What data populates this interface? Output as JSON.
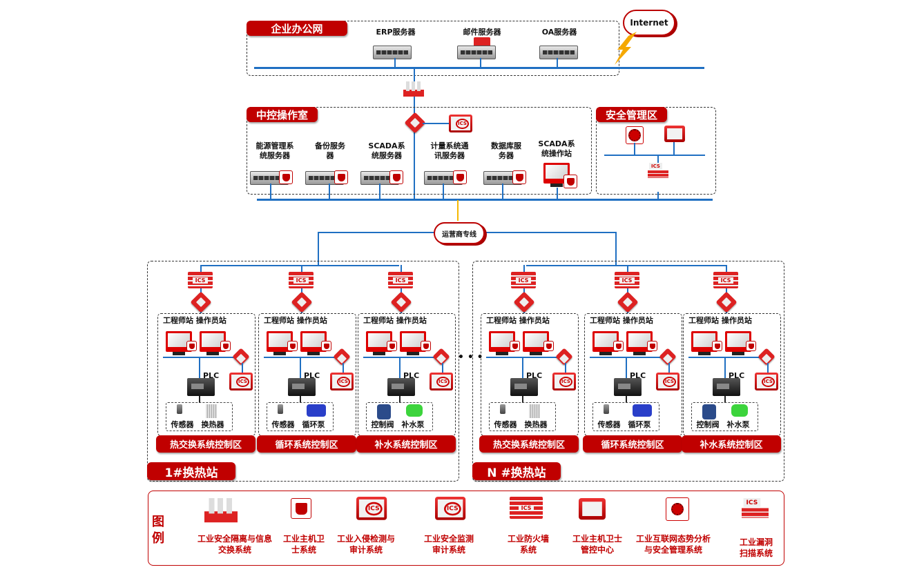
{
  "office": {
    "title": "企业办公网",
    "servers": [
      "ERP服务器",
      "邮件服务器",
      "OA服务器"
    ],
    "internet": "Internet"
  },
  "control_room": {
    "title": "中控操作室",
    "servers": [
      {
        "line1": "能源管理系",
        "line2": "统服务器"
      },
      {
        "line1": "备份服务",
        "line2": "器"
      },
      {
        "line1": "SCADA系",
        "line2": "统服务器"
      },
      {
        "line1": "计量系统通",
        "line2": "讯服务器"
      },
      {
        "line1": "数据库服",
        "line2": "务器"
      },
      {
        "line1": "SCADA系",
        "line2": "统操作站"
      }
    ]
  },
  "security_zone": {
    "title": "安全管理区"
  },
  "carrier": {
    "label": "运营商专线"
  },
  "stations": [
    {
      "title": "1#换热站",
      "zones": [
        {
          "title": "热交换系统控制区",
          "stations_label": "工程师站  操作员站",
          "plc": "PLC",
          "devices": [
            "传感器",
            "换热器"
          ]
        },
        {
          "title": "循环系统控制区",
          "stations_label": "工程师站  操作员站",
          "plc": "PLC",
          "devices": [
            "传感器",
            "循环泵"
          ]
        },
        {
          "title": "补水系统控制区",
          "stations_label": "工程师站  操作员站",
          "plc": "PLC",
          "devices": [
            "控制阀",
            "补水泵"
          ]
        }
      ]
    },
    {
      "title": "N #换热站",
      "zones": [
        {
          "title": "热交换系统控制区",
          "stations_label": "工程师站  操作员站",
          "plc": "PLC",
          "devices": [
            "传感器",
            "换热器"
          ]
        },
        {
          "title": "循环系统控制区",
          "stations_label": "工程师站  操作员站",
          "plc": "PLC",
          "devices": [
            "传感器",
            "循环泵"
          ]
        },
        {
          "title": "补水系统控制区",
          "stations_label": "工程师站  操作员站",
          "plc": "PLC",
          "devices": [
            "控制阀",
            "补水泵"
          ]
        }
      ]
    }
  ],
  "ellipsis": "• • •",
  "legend": {
    "title_line1": "图",
    "title_line2": "例",
    "items": [
      {
        "icon": "gap-isolation-icon",
        "line1": "工业安全隔离与信息",
        "line2": "交换系统"
      },
      {
        "icon": "host-guard-icon",
        "line1": "工业主机卫",
        "line2": "士系统"
      },
      {
        "icon": "ids-audit-icon",
        "line1": "工业入侵检测与",
        "line2": "审计系统"
      },
      {
        "icon": "monitor-audit-icon",
        "line1": "工业安全监测",
        "line2": "审计系统"
      },
      {
        "icon": "firewall-icon",
        "line1": "工业防火墙",
        "line2": "系统"
      },
      {
        "icon": "host-guard-center-icon",
        "line1": "工业主机卫士",
        "line2": "管控中心"
      },
      {
        "icon": "situation-analysis-icon",
        "line1": "工业互联网态势分析",
        "line2": "与安全管理系统"
      },
      {
        "icon": "vuln-scan-icon",
        "line1": "工业漏洞",
        "line2": "扫描系统"
      }
    ]
  },
  "colors": {
    "accent": "#c00000",
    "bus": "#1f6fc2",
    "link": "#f5b800"
  }
}
